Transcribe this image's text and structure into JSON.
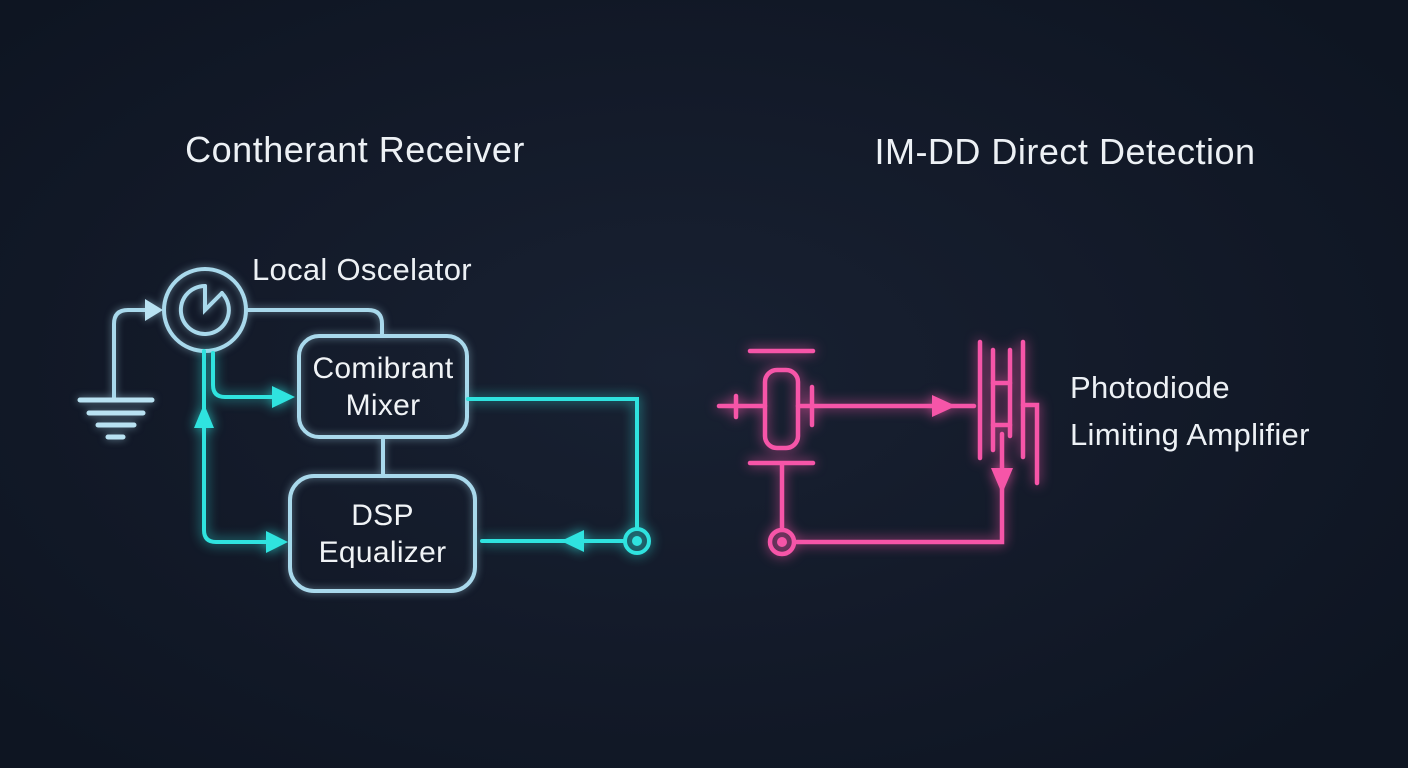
{
  "coherent_panel": {
    "title": "Contherant Receiver",
    "local_oscillator_label": "Local Oscelator",
    "mixer_label_line1": "Comibrant",
    "mixer_label_line2": "Mixer",
    "dsp_label_line1": "DSP",
    "dsp_label_line2": "Equalizer"
  },
  "imdd_panel": {
    "title": "IM-DD Direct Detection",
    "label_line1": "Photodiode",
    "label_line2": "Limiting Amplifier"
  },
  "icons": {
    "local_oscillator": "clock-dial-icon",
    "ground": "ground-icon",
    "coherent_output_node": "circle-dot-node-icon",
    "modulator": "crystal-capacitor-icon",
    "photodiode": "photodiode-bars-icon",
    "imdd_output_node": "circle-dot-node-icon"
  },
  "colors": {
    "background": "#131a29",
    "light_blue": "#a9d9ec",
    "cyan": "#2fe3df",
    "pink": "#f655a8",
    "text": "#edf1f5"
  }
}
